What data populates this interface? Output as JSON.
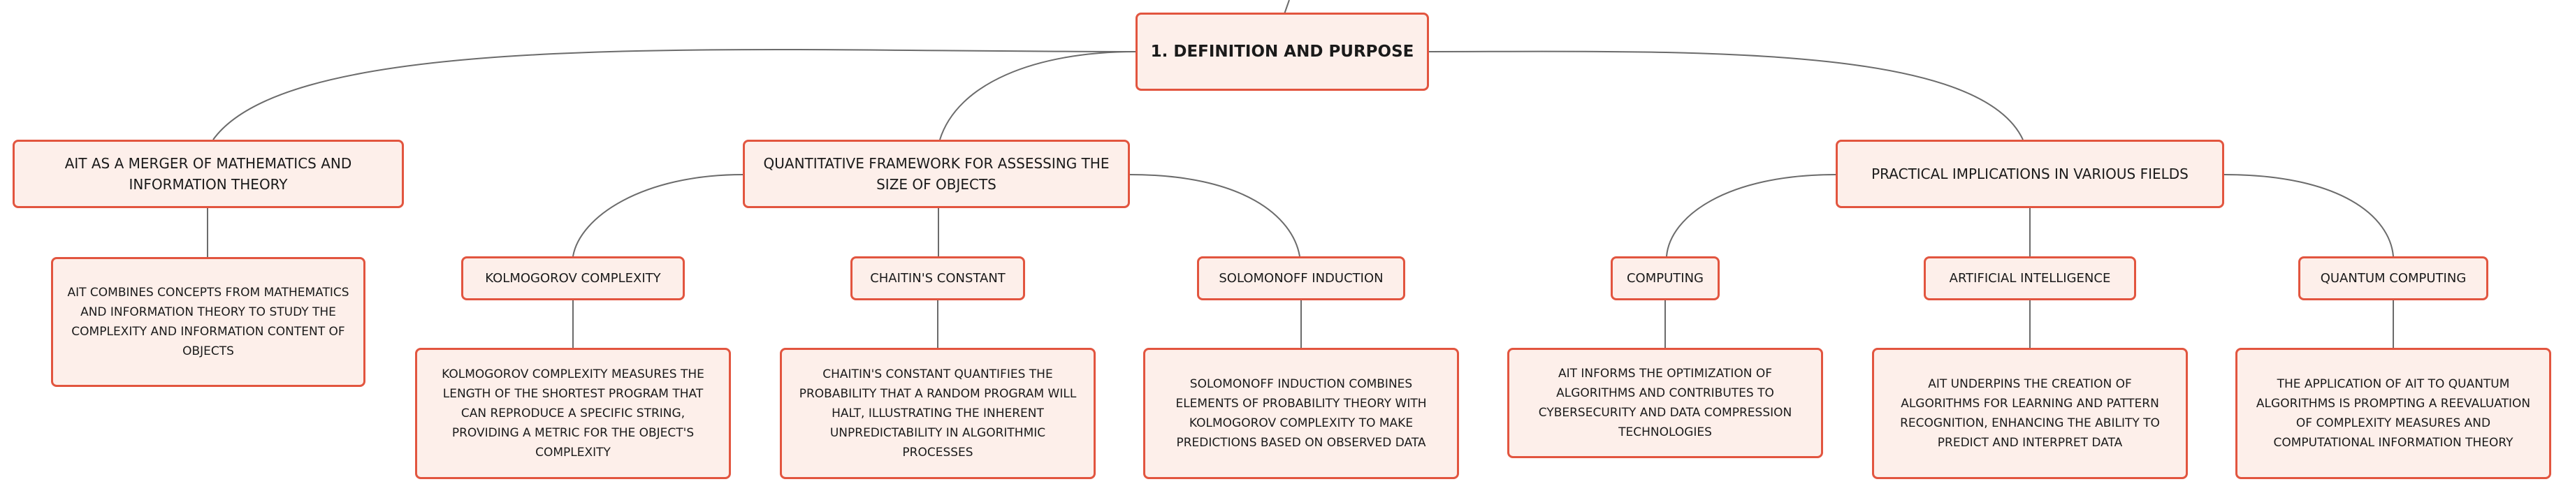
{
  "root": {
    "label": "1. DEFINITION AND PURPOSE"
  },
  "branches": [
    {
      "label": "AIT AS A MERGER OF MATHEMATICS AND INFORMATION THEORY",
      "detail": "AIT COMBINES CONCEPTS FROM MATHEMATICS AND INFORMATION THEORY TO STUDY THE COMPLEXITY AND INFORMATION CONTENT OF OBJECTS"
    },
    {
      "label": "QUANTITATIVE FRAMEWORK FOR ASSESSING THE SIZE OF OBJECTS",
      "children": [
        {
          "label": "KOLMOGOROV COMPLEXITY",
          "detail": "KOLMOGOROV COMPLEXITY MEASURES THE LENGTH OF THE SHORTEST PROGRAM THAT CAN REPRODUCE A SPECIFIC STRING, PROVIDING A METRIC FOR THE OBJECT'S COMPLEXITY"
        },
        {
          "label": "CHAITIN'S CONSTANT",
          "detail": "CHAITIN'S CONSTANT QUANTIFIES THE PROBABILITY THAT A RANDOM PROGRAM WILL HALT, ILLUSTRATING THE INHERENT UNPREDICTABILITY IN ALGORITHMIC PROCESSES"
        },
        {
          "label": "SOLOMONOFF INDUCTION",
          "detail": "SOLOMONOFF INDUCTION COMBINES ELEMENTS OF PROBABILITY THEORY WITH KOLMOGOROV COMPLEXITY TO MAKE PREDICTIONS BASED ON OBSERVED DATA"
        }
      ]
    },
    {
      "label": "PRACTICAL IMPLICATIONS IN VARIOUS FIELDS",
      "children": [
        {
          "label": "COMPUTING",
          "detail": "AIT INFORMS THE OPTIMIZATION OF ALGORITHMS AND CONTRIBUTES TO CYBERSECURITY AND DATA COMPRESSION TECHNOLOGIES"
        },
        {
          "label": "ARTIFICIAL INTELLIGENCE",
          "detail": "AIT UNDERPINS THE CREATION OF ALGORITHMS FOR LEARNING AND PATTERN RECOGNITION, ENHANCING THE ABILITY TO PREDICT AND INTERPRET DATA"
        },
        {
          "label": "QUANTUM COMPUTING",
          "detail": "THE APPLICATION OF AIT TO QUANTUM ALGORITHMS IS PROMPTING A REEVALUATION OF COMPLEXITY MEASURES AND COMPUTATIONAL INFORMATION THEORY"
        }
      ]
    }
  ]
}
